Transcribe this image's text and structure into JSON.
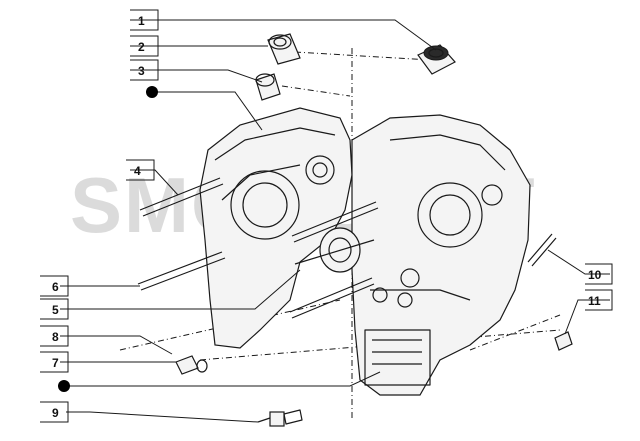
{
  "watermark": "SMCMOTRT",
  "callouts": [
    {
      "id": "c1",
      "label": "1"
    },
    {
      "id": "c2",
      "label": "2"
    },
    {
      "id": "c3",
      "label": "3"
    },
    {
      "id": "c4",
      "label": "4"
    },
    {
      "id": "c5",
      "label": "5"
    },
    {
      "id": "c6",
      "label": "6"
    },
    {
      "id": "c7",
      "label": "7"
    },
    {
      "id": "c8",
      "label": "8"
    },
    {
      "id": "c9",
      "label": "9"
    },
    {
      "id": "c10",
      "label": "10"
    },
    {
      "id": "c11",
      "label": "11"
    }
  ],
  "colors": {
    "line": "#1a1a1a",
    "watermark": "#bfbfbf",
    "background": "#ffffff"
  }
}
